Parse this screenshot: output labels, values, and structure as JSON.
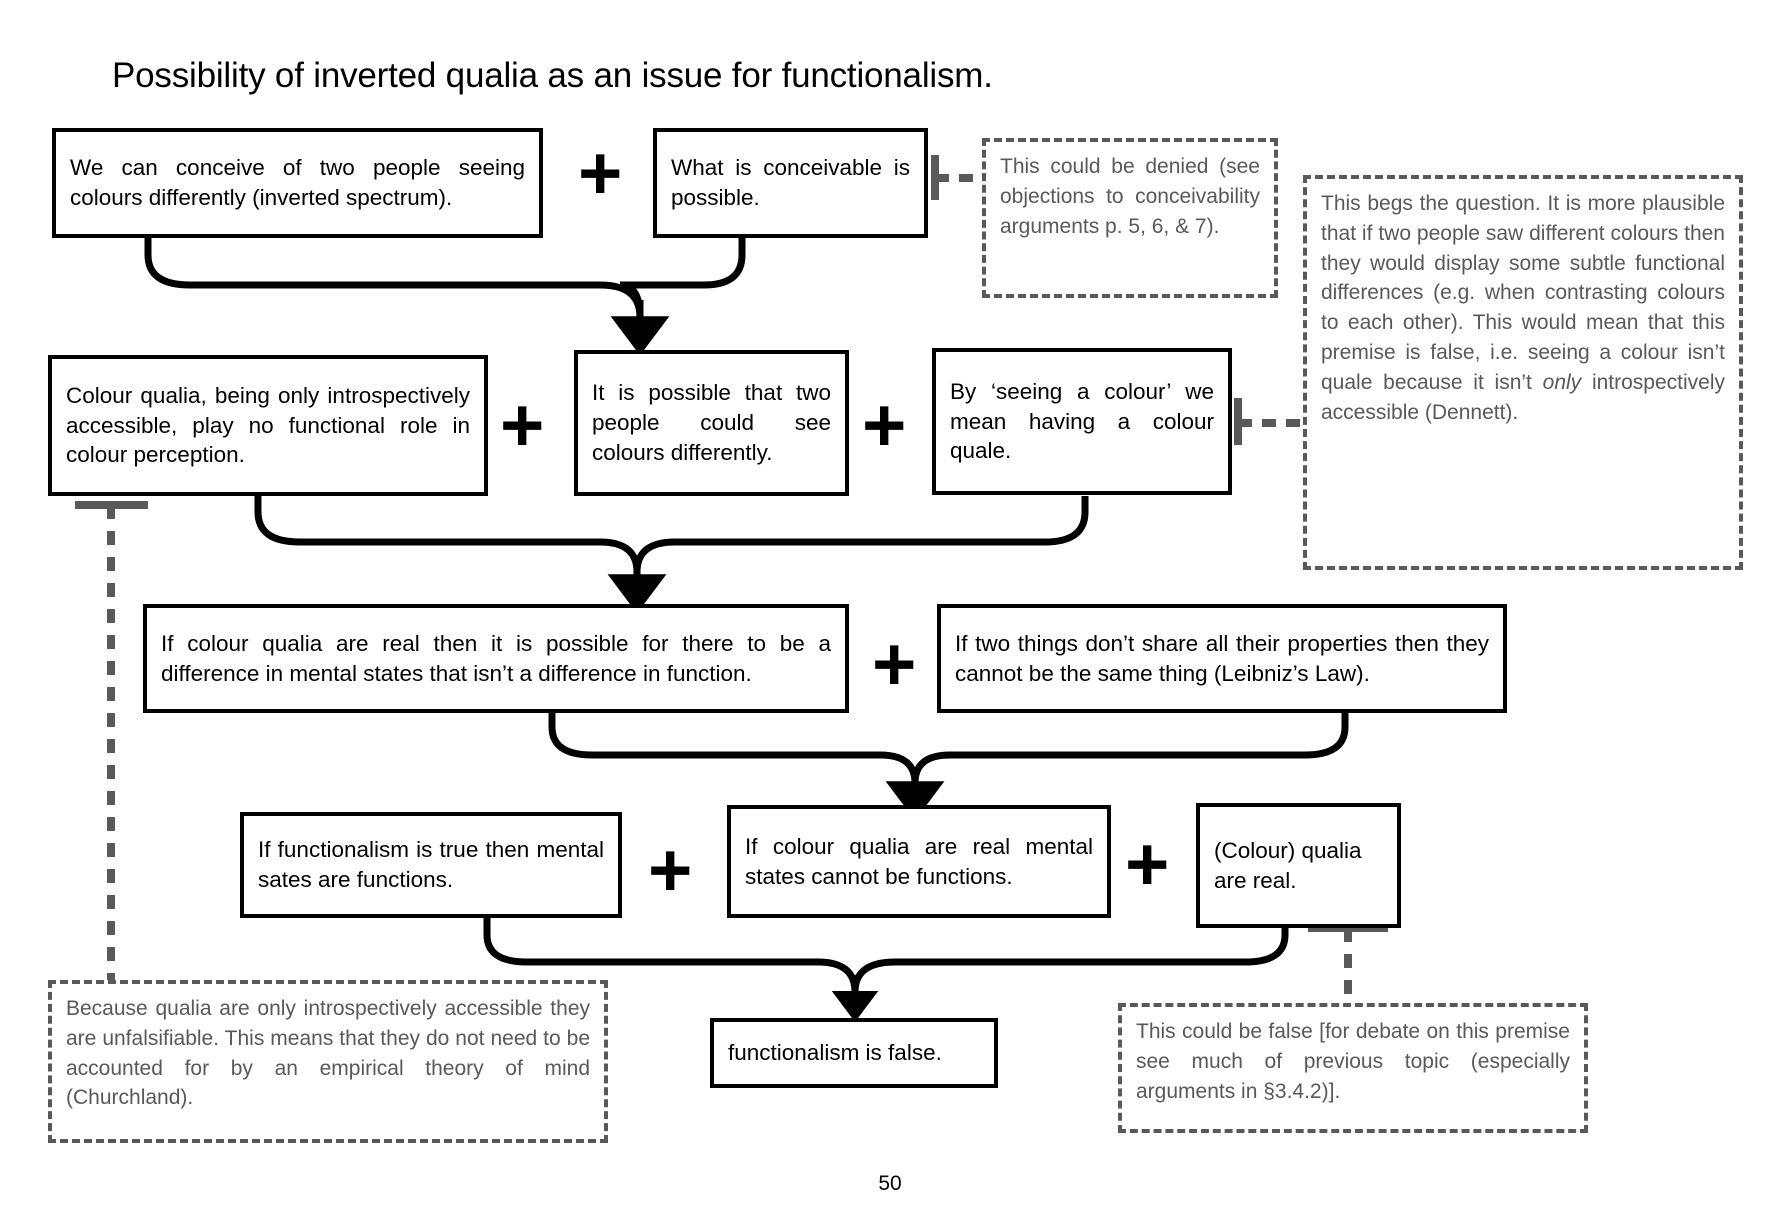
{
  "page": {
    "title": "Possibility of inverted qualia as an issue for functionalism.",
    "page_number": "50",
    "colors": {
      "claim_border": "#000000",
      "objection_border": "#595959",
      "objection_text": "#595959",
      "background": "#ffffff"
    }
  },
  "operators": {
    "plus": "+"
  },
  "claims": {
    "c1": "We can conceive of two people seeing colours differently (inverted spectrum).",
    "c2": "What is conceivable is possible.",
    "c3": "Colour qualia, being only introspectively accessible, play no functional role in colour perception.",
    "c4": "It is possible that two people could see colours differently.",
    "c5": "By ‘seeing a colour’ we mean having a colour quale.",
    "c6": "If colour qualia are real then it is possible for there to be a difference in mental states that isn’t a difference in function.",
    "c7": "If two things don’t share all their properties then they cannot be the same thing (Leibniz’s Law).",
    "c8": "If functionalism is true then mental sates are functions.",
    "c9": "If colour qualia are real mental states cannot be functions.",
    "c10": "(Colour) qualia are real.",
    "c11": "functionalism is false."
  },
  "objections": {
    "o1": "This could be denied (see objections to conceivability arguments p. 5, 6, & 7).",
    "o2_part1": "This begs the question. It is more plausible that if two people saw different colours then they would display some subtle functional differences (e.g. when contrasting colours to each other). This would mean that this premise is false, i.e. seeing a colour isn’t quale because it isn’t ",
    "o2_italic": "only",
    "o2_part2": " introspectively accessible (Dennett).",
    "o3": "Because qualia are only introspectively accessible they are unfalsifiable. This means that they do not need to be accounted for by an empirical theory of mind (Churchland).",
    "o4": "This could be false [for debate on this premise see much of previous topic (especially arguments in §3.4.2)]."
  }
}
